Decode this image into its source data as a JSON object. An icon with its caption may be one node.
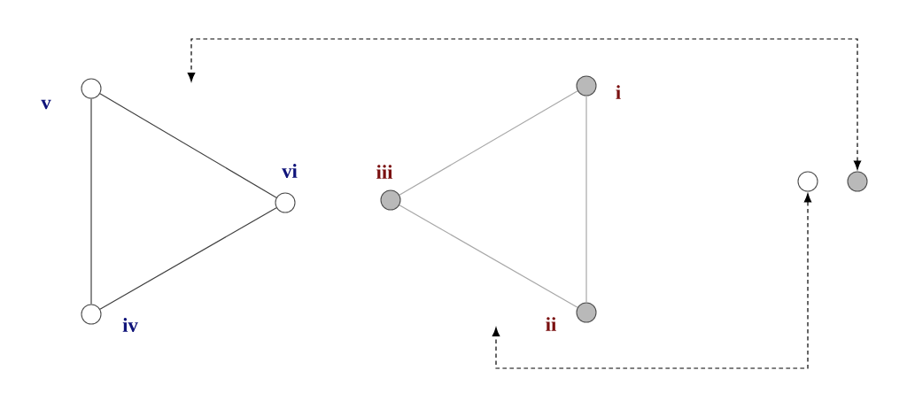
{
  "diagram": {
    "nodes": [
      {
        "text": [],
        "shape": "circle",
        "beside": [
          "v"
        ]
      },
      {
        "text": [],
        "shape": "circle",
        "beside": [
          "vi"
        ]
      },
      {
        "text": [],
        "shape": "circle",
        "beside": [
          "iv"
        ]
      },
      {
        "text": [],
        "shape": "circle",
        "beside": [
          "iii"
        ]
      },
      {
        "text": [],
        "shape": "circle",
        "beside": [
          "i"
        ]
      },
      {
        "text": [],
        "shape": "circle",
        "beside": [
          "ii"
        ]
      },
      {
        "text": [],
        "shape": "circle"
      },
      {
        "text": [],
        "shape": "circle"
      }
    ],
    "edges": [
      {
        "from": 0,
        "to": 1,
        "arrow": "none"
      },
      {
        "from": 0,
        "to": 2,
        "arrow": "none"
      },
      {
        "from": 2,
        "to": 1,
        "arrow": "none"
      },
      {
        "from": 3,
        "to": 4,
        "arrow": "none",
        "color": "#a8a8a8"
      },
      {
        "from": 3,
        "to": 5,
        "arrow": "none",
        "color": "#a8a8a8"
      },
      {
        "from": 4,
        "to": 5,
        "arrow": "none",
        "color": "#a8a8a8"
      },
      {
        "from": 7,
        "to": null,
        "arrow": "both",
        "style": "dashed",
        "color": "#000000"
      },
      {
        "from": 6,
        "to": null,
        "arrow": "both",
        "style": "dashed",
        "color": "#000000"
      }
    ]
  }
}
